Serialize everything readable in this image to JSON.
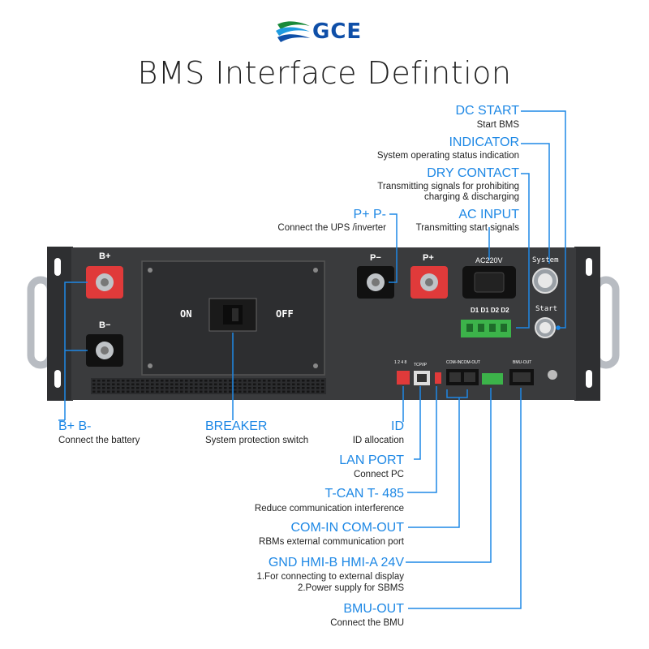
{
  "brand": {
    "name": "GCE"
  },
  "title": "BMS Interface Defintion",
  "panel": {
    "b_plus": "B+",
    "b_minus": "B−",
    "p_minus": "P−",
    "p_plus": "P+",
    "on": "ON",
    "off": "OFF",
    "ac220v": "AC220V",
    "dry_pins": "D1 D1 D2 D2",
    "system": "System",
    "start": "Start",
    "dip_numbers": "1 2 4 8",
    "tcp_ip": "TCP/IP",
    "com_in": "COM-IN",
    "com_out": "COM-OUT",
    "bmu_out": "BMU-OUT"
  },
  "callouts": [
    {
      "id": "dc-start",
      "label": "DC START",
      "desc": [
        "Start BMS"
      ]
    },
    {
      "id": "indicator",
      "label": "INDICATOR",
      "desc": [
        "System operating status indication"
      ]
    },
    {
      "id": "dry-contact",
      "label": "DRY CONTACT",
      "desc": [
        "Transmitting signals for prohibiting",
        "charging & discharging"
      ]
    },
    {
      "id": "ac-input",
      "label": "AC INPUT",
      "desc": [
        "Transmitting start signals"
      ]
    },
    {
      "id": "p-plus-minus",
      "label": "P+ P-",
      "desc": [
        "Connect the UPS /inverter"
      ]
    },
    {
      "id": "b-plus-minus",
      "label": "B+ B-",
      "desc": [
        "Connect the battery"
      ]
    },
    {
      "id": "breaker",
      "label": "BREAKER",
      "desc": [
        "System protection switch"
      ]
    },
    {
      "id": "id",
      "label": "ID",
      "desc": [
        "ID allocation"
      ]
    },
    {
      "id": "lan-port",
      "label": "LAN PORT",
      "desc": [
        "Connect PC"
      ]
    },
    {
      "id": "tcan",
      "label": "T-CAN T- 485",
      "desc": [
        "Reduce communication interference"
      ]
    },
    {
      "id": "com",
      "label": "COM-IN COM-OUT",
      "desc": [
        "RBMs external communication port"
      ]
    },
    {
      "id": "gnd-hmi",
      "label": "GND HMI-B HMI-A 24V",
      "desc": [
        "1.For connecting to external display",
        "2.Power supply for SBMS"
      ]
    },
    {
      "id": "bmu-out",
      "label": "BMU-OUT",
      "desc": [
        "Connect the BMU"
      ]
    }
  ],
  "colors": {
    "accent": "#1e88e5",
    "panel": "#3a3b3d",
    "terminal_red": "#e03a3a",
    "dry_green": "#3cb34a"
  }
}
